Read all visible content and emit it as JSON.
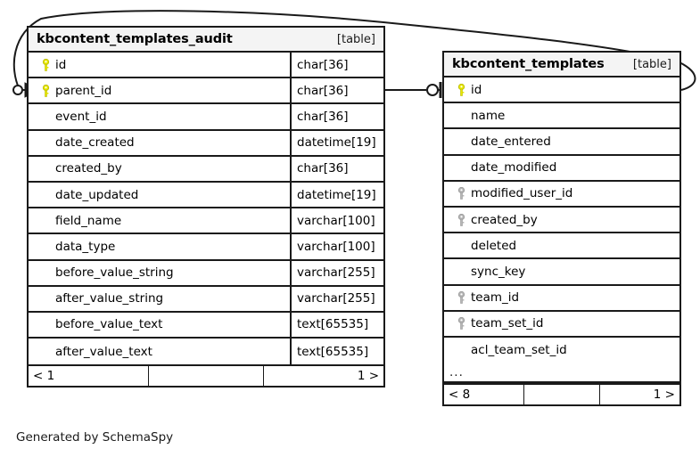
{
  "diagram": {
    "caption": "Generated by SchemaSpy",
    "background": "#ffffff",
    "line_color": "#1a1a1a",
    "pk_key_color": "#e8e800",
    "fk_key_color": "#a8a8a8",
    "header_bg": "#f4f4f4"
  },
  "tables": [
    {
      "id": "kbcontent_templates_audit",
      "name": "kbcontent_templates_audit",
      "kind": "[table]",
      "has_type_column": true,
      "columns": [
        {
          "key": "pk",
          "name": "id",
          "type": "char[36]"
        },
        {
          "key": "pk",
          "name": "parent_id",
          "type": "char[36]"
        },
        {
          "key": "none",
          "name": "event_id",
          "type": "char[36]"
        },
        {
          "key": "none",
          "name": "date_created",
          "type": "datetime[19]"
        },
        {
          "key": "none",
          "name": "created_by",
          "type": "char[36]"
        },
        {
          "key": "none",
          "name": "date_updated",
          "type": "datetime[19]"
        },
        {
          "key": "none",
          "name": "field_name",
          "type": "varchar[100]"
        },
        {
          "key": "none",
          "name": "data_type",
          "type": "varchar[100]"
        },
        {
          "key": "none",
          "name": "before_value_string",
          "type": "varchar[255]"
        },
        {
          "key": "none",
          "name": "after_value_string",
          "type": "varchar[255]"
        },
        {
          "key": "none",
          "name": "before_value_text",
          "type": "text[65535]"
        },
        {
          "key": "none",
          "name": "after_value_text",
          "type": "text[65535]"
        }
      ],
      "truncated": false,
      "footer": {
        "prev": "< 1",
        "middle": "",
        "next": "1 >"
      }
    },
    {
      "id": "kbcontent_templates",
      "name": "kbcontent_templates",
      "kind": "[table]",
      "has_type_column": false,
      "columns": [
        {
          "key": "pk",
          "name": "id"
        },
        {
          "key": "none",
          "name": "name"
        },
        {
          "key": "none",
          "name": "date_entered"
        },
        {
          "key": "none",
          "name": "date_modified"
        },
        {
          "key": "fk",
          "name": "modified_user_id"
        },
        {
          "key": "fk",
          "name": "created_by"
        },
        {
          "key": "none",
          "name": "deleted"
        },
        {
          "key": "none",
          "name": "sync_key"
        },
        {
          "key": "fk",
          "name": "team_id"
        },
        {
          "key": "fk",
          "name": "team_set_id"
        },
        {
          "key": "none",
          "name": "acl_team_set_id"
        }
      ],
      "truncated": true,
      "truncation_marker": "...",
      "footer": {
        "prev": "< 8",
        "middle": "",
        "next": "1 >"
      }
    }
  ],
  "relationships": [
    {
      "name": "parent-id-to-templates-id-straight",
      "from_table": "kbcontent_templates_audit",
      "from_column": "parent_id",
      "to_table": "kbcontent_templates",
      "to_column": "id",
      "from_marker": "none",
      "to_marker": "zero-or-one"
    },
    {
      "name": "templates-id-to-parent-id-curved",
      "from_table": "kbcontent_templates",
      "from_column": "id",
      "to_table": "kbcontent_templates_audit",
      "to_column": "parent_id",
      "from_marker": "none",
      "to_marker": "zero-or-many"
    }
  ]
}
